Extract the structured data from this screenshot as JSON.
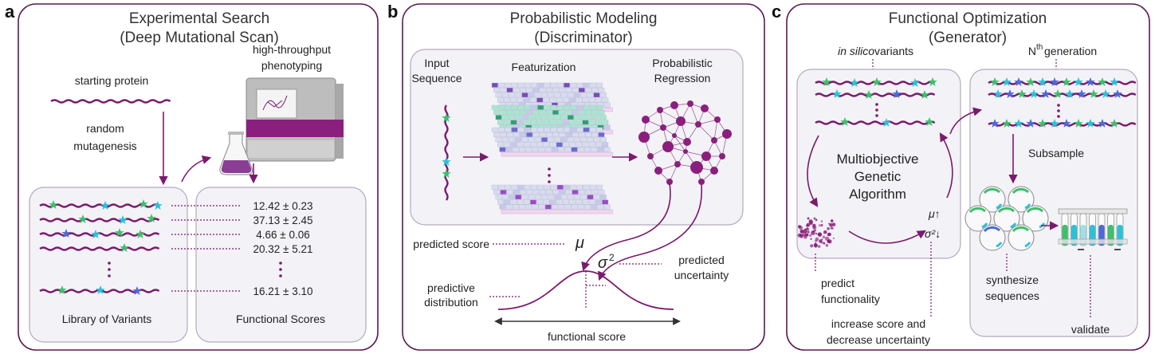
{
  "panels": {
    "a": {
      "letter": "a",
      "title_line1": "Experimental Search",
      "title_line2": "(Deep Mutational Scan)",
      "starting_protein": "starting protein",
      "random_line1": "random",
      "random_line2": "mutagenesis",
      "htp_line1": "high-throughput",
      "htp_line2": "phenotyping",
      "library_label": "Library of Variants",
      "scores_label": "Functional Scores",
      "scores": [
        "12.42 ± 0.23",
        "37.13 ± 2.45",
        "4.66 ± 0.06",
        "20.32 ± 5.21",
        "16.21 ± 3.10"
      ]
    },
    "b": {
      "letter": "b",
      "title_line1": "Probabilistic Modeling",
      "title_line2": "(Discriminator)",
      "input_line1": "Input",
      "input_line2": "Sequence",
      "featurization": "Featurization",
      "prob_line1": "Probabilistic",
      "prob_line2": "Regression",
      "predicted_score": "predicted score",
      "mu": "μ",
      "sigma": "σ",
      "sigma_exp": "2",
      "pred_unc_line1": "predicted",
      "pred_unc_line2": "uncertainty",
      "pred_dist_line1": "predictive",
      "pred_dist_line2": "distribution",
      "functional_score": "functional score"
    },
    "c": {
      "letter": "c",
      "title_line1": "Functional Optimization",
      "title_line2": "(Generator)",
      "in_silico_italic": "in silico",
      "in_silico_rest": " variants",
      "nth_base": "N",
      "nth_sup": "th",
      "nth_rest": " generation",
      "moga_line1": "Multiobjective",
      "moga_line2": "Genetic",
      "moga_line3": "Algorithm",
      "subsample": "Subsample",
      "mu_arrow": "μ↑",
      "sigma_arrow": "σ²↓",
      "predict_line1": "predict",
      "predict_line2": "functionality",
      "synth_line1": "synthesize",
      "synth_line2": "sequences",
      "increase_line1": "increase score and",
      "increase_line2": "decrease uncertainty",
      "validate": "validate"
    }
  },
  "colors": {
    "primary": "#7a1a6e",
    "panel_border": "#5a1a52",
    "inner_bg": "#f3f2f7",
    "star_green": "#3cc06a",
    "star_cyan": "#27c3d6",
    "star_blue": "#4a6ad8"
  }
}
